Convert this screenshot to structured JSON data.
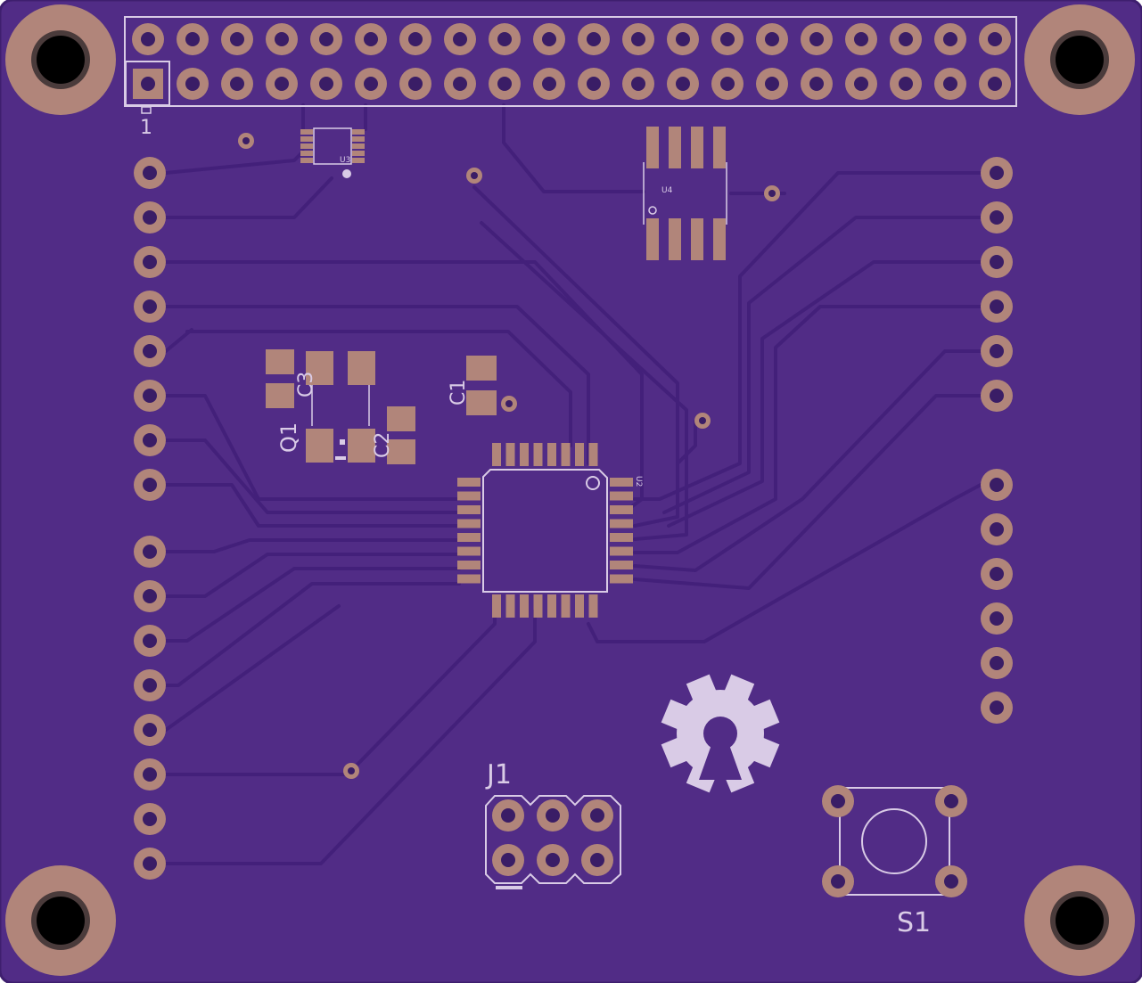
{
  "colors": {
    "board": "#512c86",
    "board_edge": "#3e1f6e",
    "trace": "#43207a",
    "trace_hi": "#5c3596",
    "pad": "#b1857a",
    "pad_hole": "#3a1d66",
    "silk": "#d9cbe6",
    "mount_hole": "#000000"
  },
  "labels": {
    "header_pin1": "1",
    "u3": "U3",
    "u4": "U4",
    "u2": "U2",
    "c1": "C1",
    "c2": "C2",
    "c3": "C3",
    "q1": "Q1",
    "j1": "J1",
    "s1": "S1"
  },
  "icons": {
    "mount_holes": "mounting-hole-icon",
    "logo": "open-hardware-gear-icon"
  }
}
